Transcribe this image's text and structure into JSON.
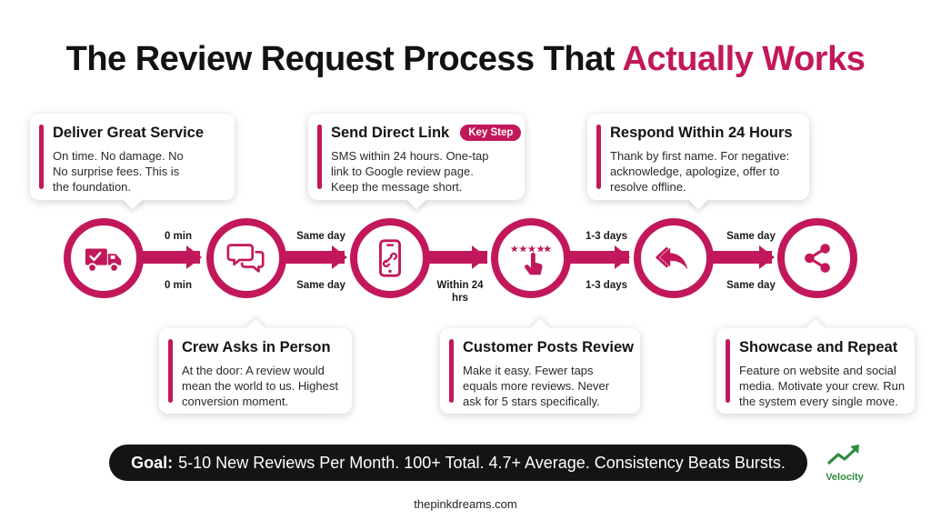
{
  "title": {
    "main": "The Review Request Process That ",
    "accent": "Actually Works"
  },
  "steps": [
    {
      "title": "Deliver Great Service",
      "text": "On time. No damage. No No surprise fees. This is the foundation.",
      "icon": "moving-truck-icon"
    },
    {
      "title": "Crew Asks in Person",
      "text": "At the door: A review would mean the world to us. Highest conversion moment.",
      "icon": "chat-bubbles-icon"
    },
    {
      "title": "Send Direct Link",
      "badge": "Key Step",
      "text": "SMS within 24 hours. One-tap link to Google review page. Keep the message short.",
      "icon": "phone-link-icon"
    },
    {
      "title": "Customer Posts Review",
      "text": "Make it easy. Fewer taps equals more reviews. Never ask for 5 stars specifically.",
      "icon": "star-tap-icon"
    },
    {
      "title": "Respond Within 24 Hours",
      "text": "Thank by first name. For negative: acknowledge, apologize, offer to resolve offline.",
      "icon": "reply-icon"
    },
    {
      "title": "Showcase and Repeat",
      "text": "Feature on website and social media. Motivate your crew. Run the system every single move.",
      "icon": "share-icon"
    }
  ],
  "connectors": [
    {
      "top": "0 min",
      "bottom": "0 min"
    },
    {
      "top": "Same day",
      "bottom": "Same day"
    },
    {
      "top": "",
      "bottom": "Within 24 hrs"
    },
    {
      "top": "1-3 days",
      "bottom": "1-3 days"
    },
    {
      "top": "Same day",
      "bottom": "Same day"
    }
  ],
  "goal": {
    "label": "Goal:",
    "text": "5-10 New Reviews Per Month. 100+ Total. 4.7+ Average. Consistency Beats Bursts."
  },
  "logo": {
    "text": "Velocity",
    "color": "#2e8b3e"
  },
  "footer": "thepinkdreams.com",
  "colors": {
    "accent": "#c2185b",
    "dark": "#141414"
  }
}
